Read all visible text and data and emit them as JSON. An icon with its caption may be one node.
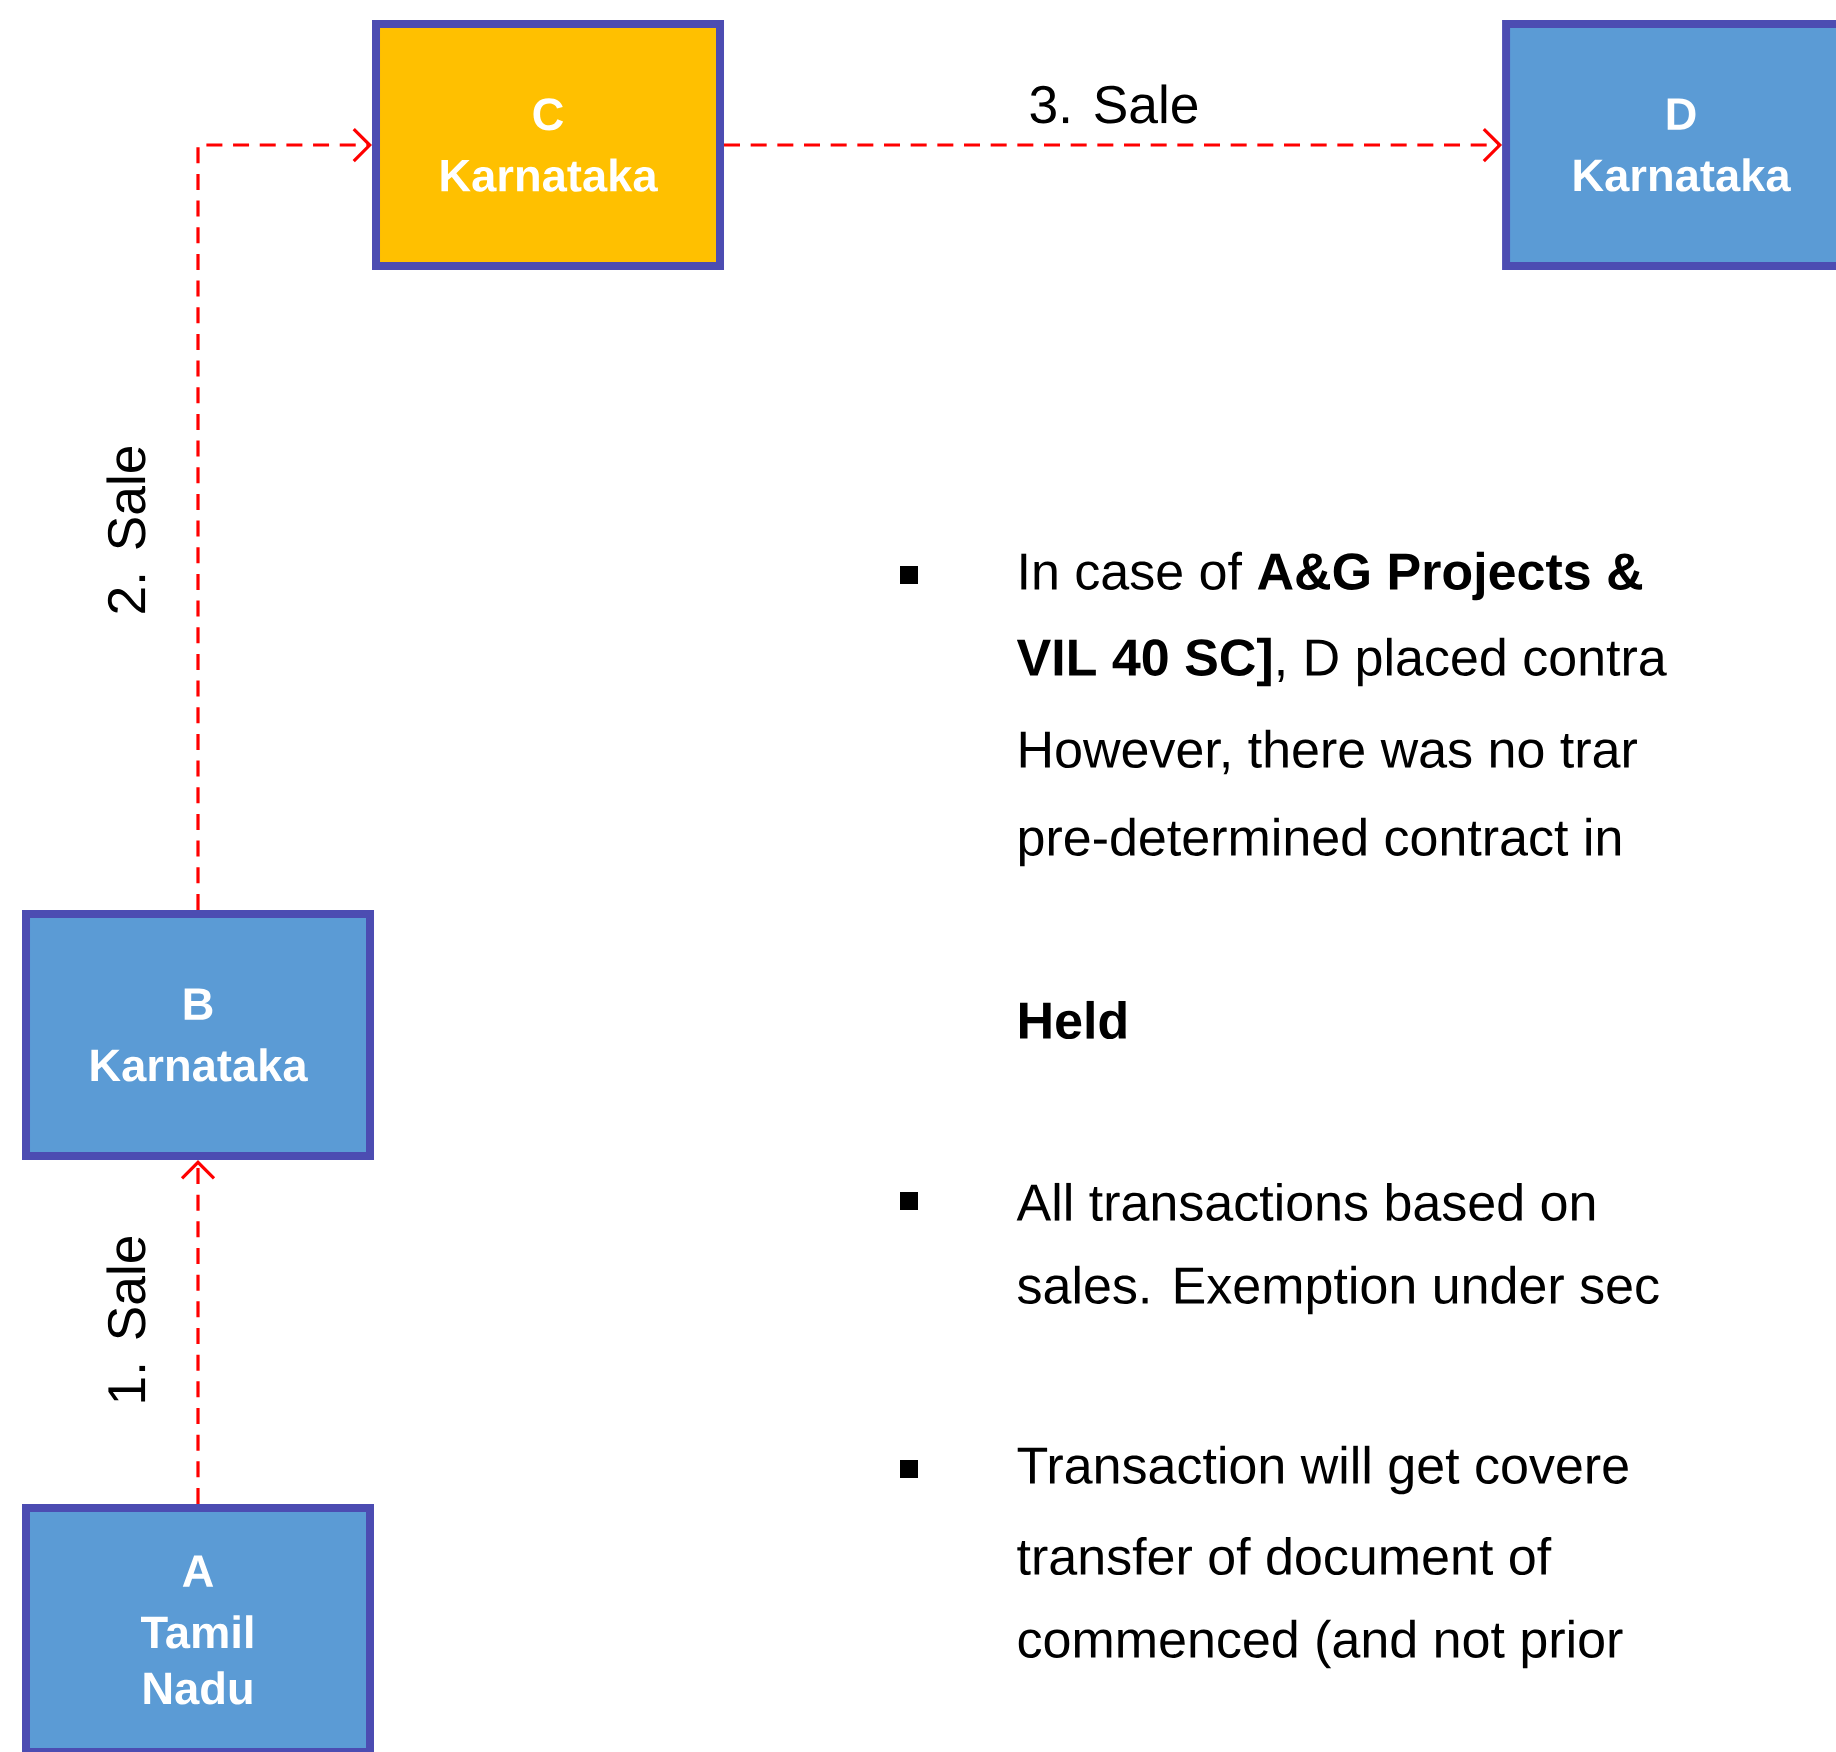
{
  "diagram": {
    "nodes": [
      {
        "text": [
          "C",
          "Karnataka"
        ]
      },
      {
        "text": [
          "D",
          "Karnataka"
        ]
      },
      {
        "text": [
          "B",
          "Karnataka"
        ]
      },
      {
        "text": [
          "A",
          "Tamil Nadu"
        ]
      }
    ],
    "edges": [
      {
        "from": 3,
        "to": 2,
        "arrow": "to",
        "label": "1. Sale",
        "style": "dashed"
      },
      {
        "from": 2,
        "to": 0,
        "arrow": "to",
        "label": "2. Sale",
        "style": "dashed"
      },
      {
        "from": 0,
        "to": 1,
        "arrow": "to",
        "label": "3. Sale",
        "style": "dashed"
      }
    ],
    "labels": [
      "In case of **A&G Projects &**",
      "**VIL 40 SC]**, D placed contra",
      "However, there was no trar",
      "pre-determined contract in",
      "Held",
      "All transactions based on",
      "sales. Exemption under sec",
      "Transaction will get covere",
      "transfer of document of",
      "commenced (and not prior"
    ]
  }
}
